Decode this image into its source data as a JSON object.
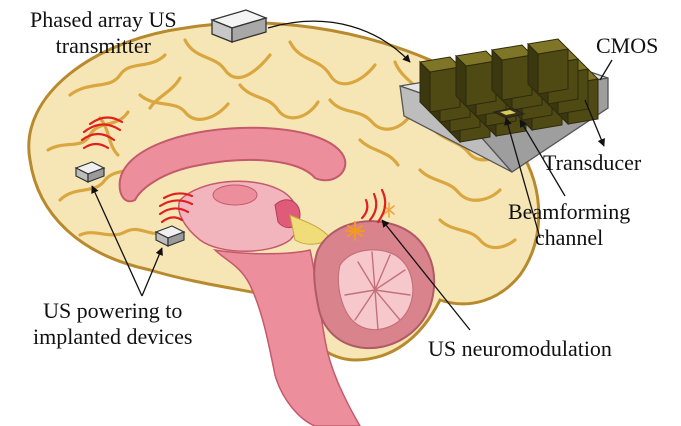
{
  "labels": {
    "transmitter_line1": "Phased array US",
    "transmitter_line2": "transmitter",
    "cmos": "CMOS",
    "transducer": "Transducer",
    "beamforming_line1": "Beamforming",
    "beamforming_line2": "channel",
    "powering_line1": "US powering to",
    "powering_line2": "implanted devices",
    "neuromodulation": "US neuromodulation"
  },
  "colors": {
    "brain_fill": "#f7e6b5",
    "brain_stroke": "#b88a2e",
    "gyri": "#d9a640",
    "corpus": "#ec8e9c",
    "corpus_stroke": "#c45a6c",
    "cerebellum": "#d9838d",
    "cerebellum_inner": "#f6c8cc",
    "waves": "#e02020",
    "transducer_block": "#4f4a14",
    "transducer_top": "#7f7526",
    "cmos_base": "#cfcfcf",
    "chip": "#d8cc58"
  },
  "icons": {
    "wave": "ultrasound-wave-icon",
    "device": "implant-chip-icon",
    "array": "transducer-array-icon"
  }
}
